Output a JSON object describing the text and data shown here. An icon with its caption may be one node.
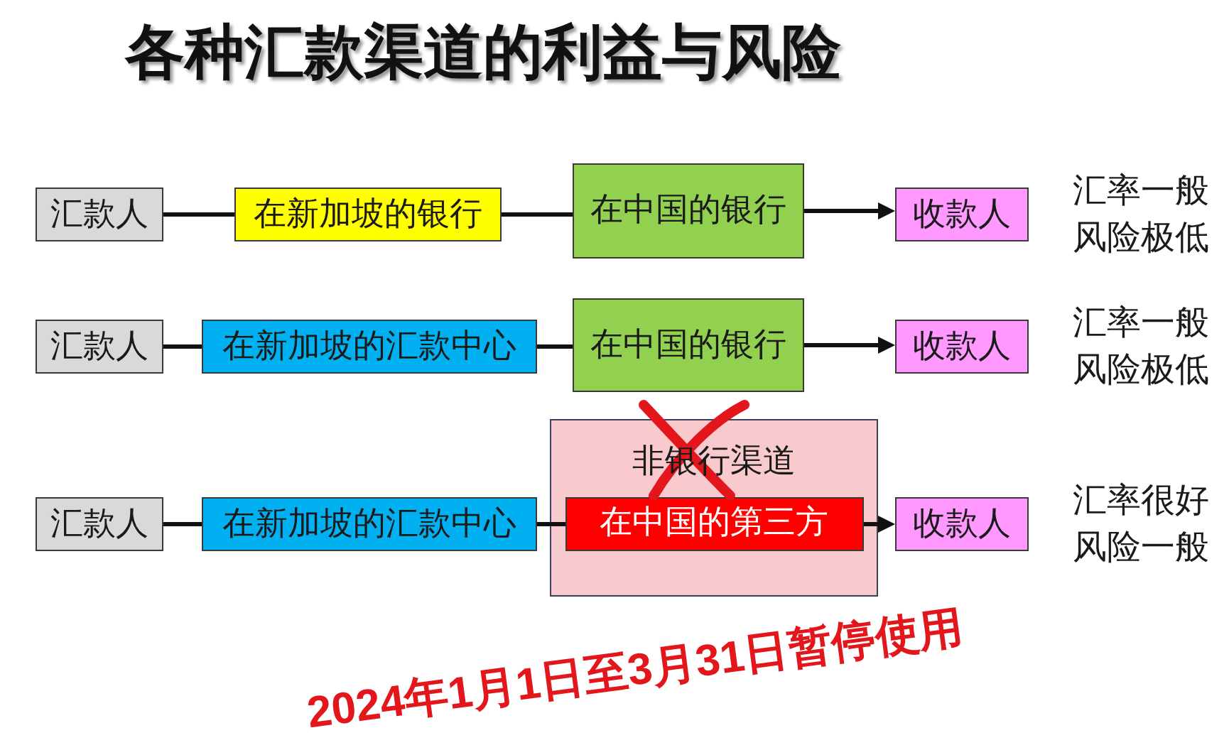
{
  "diagram": {
    "title": "各种汇款渠道的利益与风险",
    "nodes": [
      {
        "text": [
          "汇款人"
        ]
      },
      {
        "text": [
          "在新加坡的银行"
        ]
      },
      {
        "text": [
          "在中国的银行"
        ]
      },
      {
        "text": [
          "收款人"
        ],
        "beside": [
          "汇率一般",
          "风险极低"
        ]
      },
      {
        "text": [
          "汇款人"
        ]
      },
      {
        "text": [
          "在新加坡的汇款中心"
        ]
      },
      {
        "text": [
          "在中国的银行"
        ]
      },
      {
        "text": [
          "收款人"
        ],
        "beside": [
          "汇率一般",
          "风险极低"
        ]
      },
      {
        "text": [
          "汇款人"
        ]
      },
      {
        "text": [
          "在新加坡的汇款中心"
        ]
      },
      {
        "text": [
          "非银行渠道"
        ]
      },
      {
        "text": [
          "在中国的第三方"
        ],
        "in": 10
      },
      {
        "text": [
          "收款人"
        ],
        "beside": [
          "汇率很好",
          "风险一般"
        ]
      }
    ],
    "edges": [
      {
        "from": 0,
        "to": 1,
        "arrow": "none"
      },
      {
        "from": 1,
        "to": 2,
        "arrow": "none"
      },
      {
        "from": 2,
        "to": 3,
        "arrow": "to"
      },
      {
        "from": 4,
        "to": 5,
        "arrow": "none"
      },
      {
        "from": 5,
        "to": 6,
        "arrow": "none"
      },
      {
        "from": 6,
        "to": 7,
        "arrow": "to"
      },
      {
        "from": 8,
        "to": 9,
        "arrow": "none"
      },
      {
        "from": 9,
        "to": 11,
        "arrow": "none"
      },
      {
        "from": 11,
        "to": 12,
        "arrow": "to"
      }
    ],
    "labels": [
      "2024年1月1日至3月31日暂停使用"
    ]
  }
}
